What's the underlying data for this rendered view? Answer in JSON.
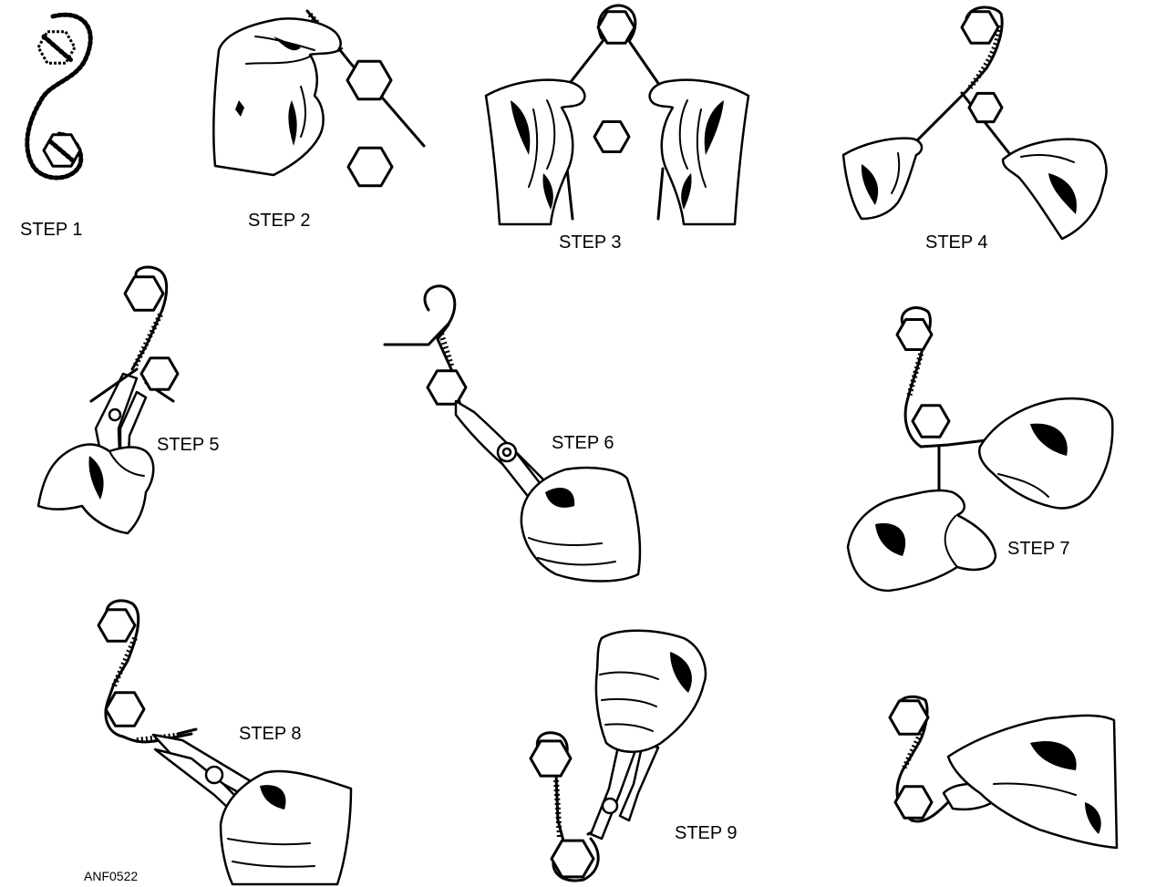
{
  "labels": {
    "step1": "STEP 1",
    "step2": "STEP 2",
    "step3": "STEP 3",
    "step4": "STEP 4",
    "step5": "STEP 5",
    "step6": "STEP 6",
    "step7": "STEP 7",
    "step8": "STEP 8",
    "step9": "STEP 9"
  },
  "figure_code": "ANF0522",
  "colors": {
    "ink": "#000000",
    "paper": "#ffffff"
  }
}
